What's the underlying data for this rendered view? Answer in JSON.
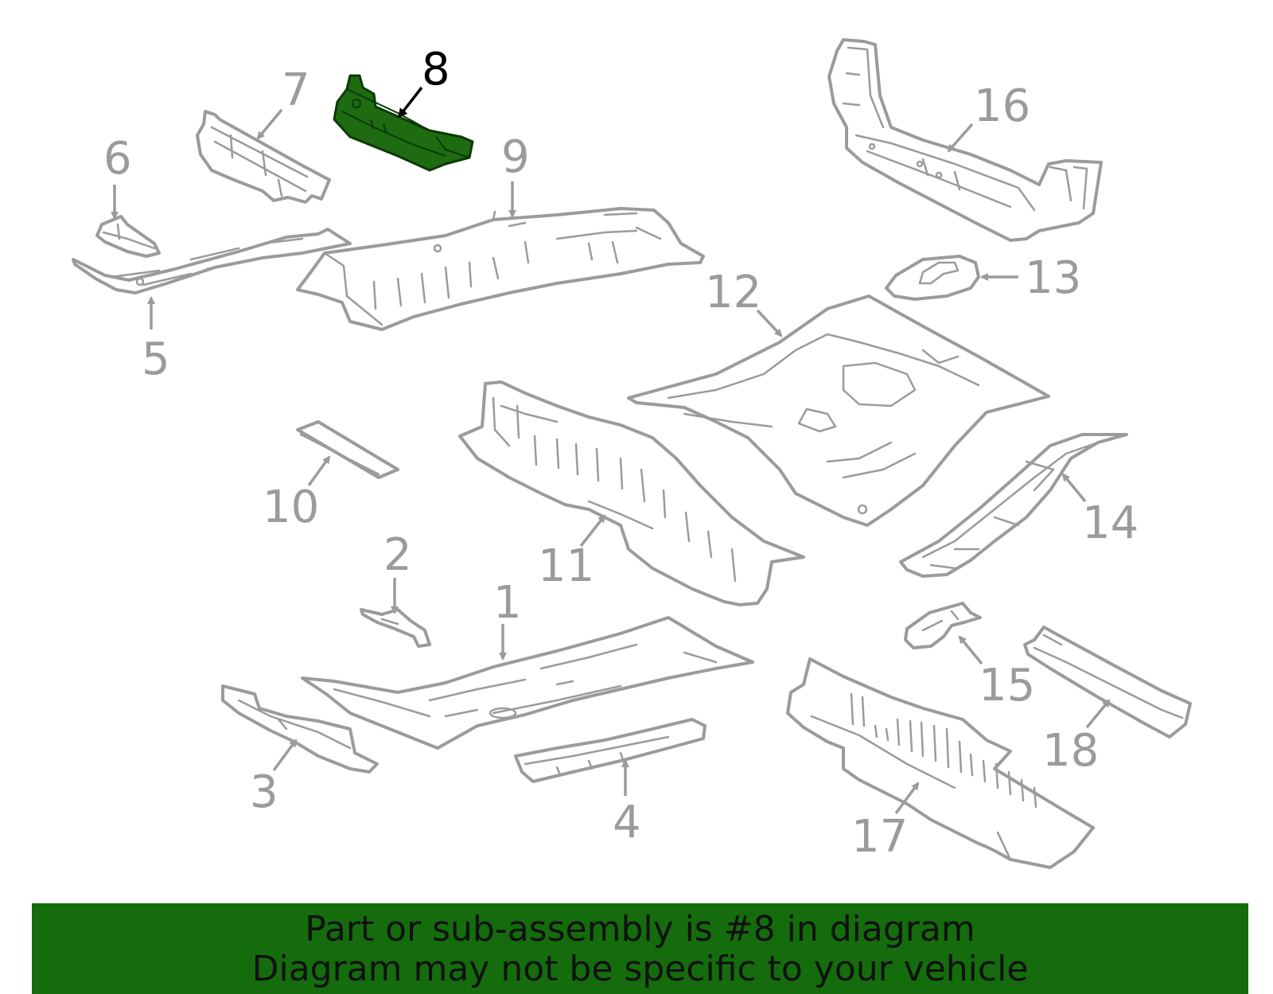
{
  "diagram": {
    "highlighted_callout": "8",
    "callouts": [
      "1",
      "2",
      "3",
      "4",
      "5",
      "6",
      "7",
      "8",
      "9",
      "10",
      "11",
      "12",
      "13",
      "14",
      "15",
      "16",
      "17",
      "18"
    ],
    "colors": {
      "part_outline": "#9b9b9b",
      "highlight_fill": "#1e6b12",
      "banner_bg": "#146c0c"
    }
  },
  "banner": {
    "line1": "Part or sub-assembly is #8 in diagram",
    "line2": "Diagram may not be specific to your vehicle"
  }
}
